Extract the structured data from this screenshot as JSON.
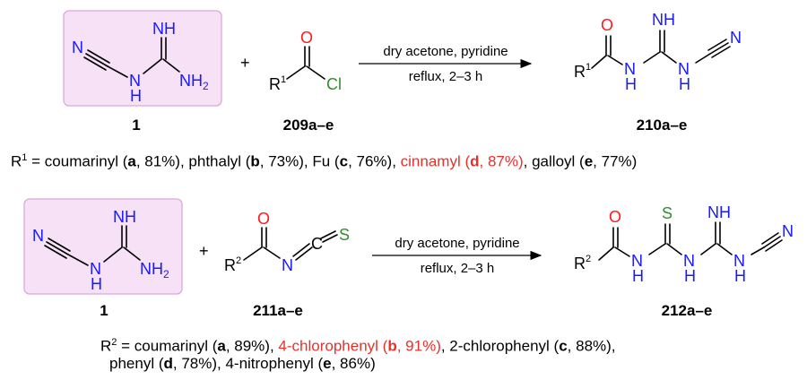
{
  "scheme1": {
    "reactant1": {
      "label": "1",
      "atoms": {
        "N_nitrile": "N",
        "N_imine": "NH",
        "N_amine": "N",
        "H_amine": "H",
        "NH2": "NH",
        "NH2_sub": "2"
      }
    },
    "plus": "+",
    "reactant2": {
      "label": "209a–e",
      "atoms": {
        "O": "O",
        "Cl": "Cl",
        "R": "R",
        "R_sup": "1"
      }
    },
    "conditions_top": "dry acetone, pyridine",
    "conditions_bottom": "reflux, 2–3 h",
    "product": {
      "label": "210a–e",
      "atoms": {
        "O": "O",
        "R": "R",
        "R_sup": "1",
        "NH1_N": "N",
        "NH1_H": "H",
        "NH_imine": "NH",
        "NH2_N": "N",
        "NH2_H": "H",
        "N_nitrile": "N"
      }
    },
    "legend": {
      "prefix": "R",
      "sup": "1",
      "eq": " =  coumarinyl (",
      "a": "a",
      "a_y": ", 81%), phthalyl (",
      "b": "b",
      "b_y": ", 73%), Fu (",
      "c": "c",
      "c_y": ", 76%), ",
      "d_name": "cinnamyl (",
      "d": "d",
      "d_y": ", 87%)",
      "sep": ", galloyl (",
      "e": "e",
      "e_y": ", 77%)"
    }
  },
  "scheme2": {
    "reactant1": {
      "label": "1",
      "atoms": {
        "N_nitrile": "N",
        "N_imine": "NH",
        "N_amine": "N",
        "H_amine": "H",
        "NH2": "NH",
        "NH2_sub": "2"
      }
    },
    "plus": "+",
    "reactant2": {
      "label": "211a–e",
      "atoms": {
        "O": "O",
        "R": "R",
        "R_sup": "2",
        "N": "N",
        "C": "C",
        "S": "S"
      }
    },
    "conditions_top": "dry acetone, pyridine",
    "conditions_bottom": "reflux, 2–3 h",
    "product": {
      "label": "212a–e",
      "atoms": {
        "O": "O",
        "S": "S",
        "R": "R",
        "R_sup": "2",
        "NH1_N": "N",
        "NH1_H": "H",
        "NH2_N": "N",
        "NH2_H": "H",
        "NH_imine": "NH",
        "NH3_N": "N",
        "NH3_H": "H",
        "N_nitrile": "N"
      }
    },
    "legend": {
      "prefix": "R",
      "sup": "2",
      "eq": " = coumarinyl (",
      "a": "a",
      "a_y": ", 89%), ",
      "b_name": "4-chlorophenyl (",
      "b": "b",
      "b_y": ", 91%)",
      "c_pre": ", 2-chlorophenyl (",
      "c": "c",
      "c_y": ", 88%),",
      "line2_pre": "phenyl (",
      "d": "d",
      "d_y": ", 78%), 4-nitrophenyl (",
      "e": "e",
      "e_y": ", 86%)"
    }
  },
  "colors": {
    "nitrogen": "#1a1aff",
    "oxygen": "#ff1a1a",
    "chlorine": "#2f8f2f",
    "sulfur": "#2f8f2f",
    "highlight_box_fill": "#f6e1f6",
    "highlight_box_stroke": "#dba8dd",
    "red_text": "#e8302a"
  }
}
